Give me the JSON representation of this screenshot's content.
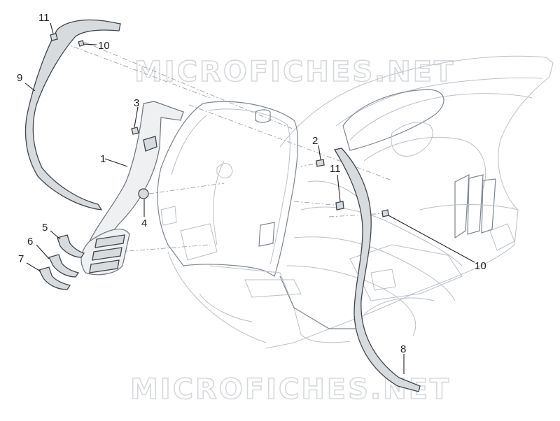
{
  "watermark": {
    "text": "MICROFICHES.NET"
  },
  "callouts": {
    "c1": "1",
    "c2": "2",
    "c3": "3",
    "c4": "4",
    "c5": "5",
    "c6": "6",
    "c7": "7",
    "c8": "8",
    "c9": "9",
    "c10a": "10",
    "c10b": "10",
    "c11a": "11",
    "c11b": "11"
  }
}
